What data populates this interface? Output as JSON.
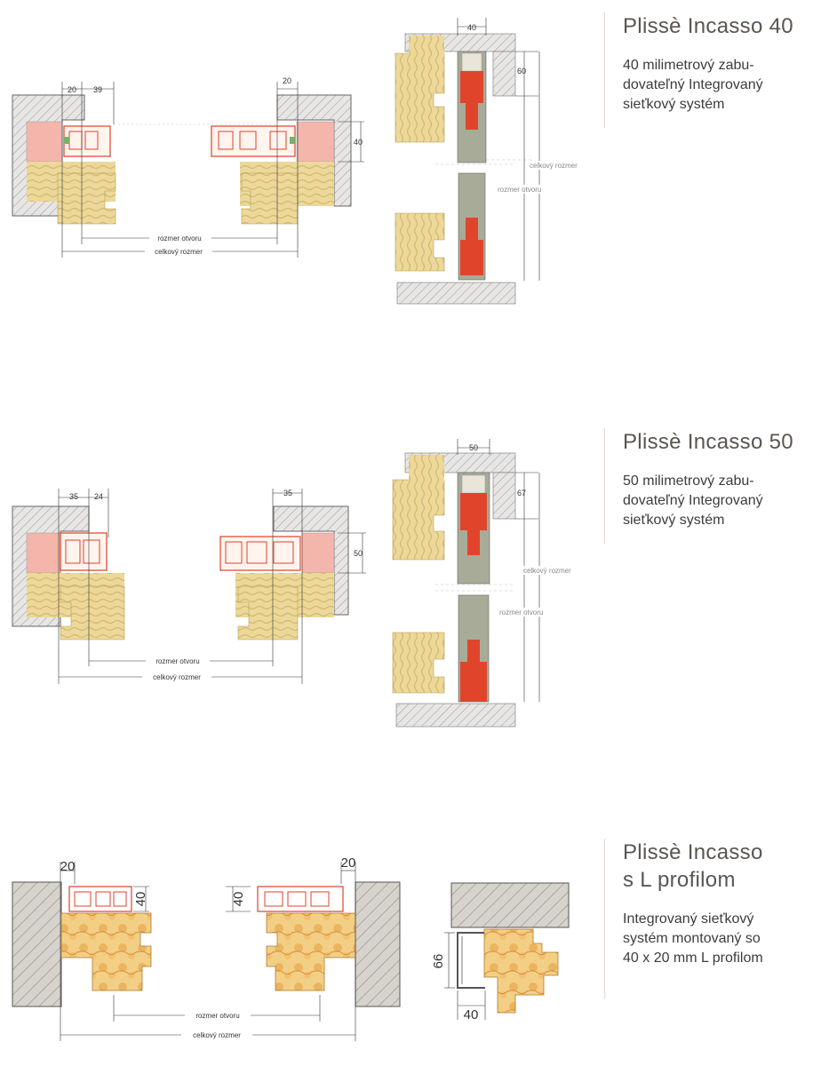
{
  "sections": [
    {
      "title": "Plissè Incasso 40",
      "description": "40 milimetrový zabu-\ndovateľný Integrovaný\nsieťkový systém",
      "dims": {
        "frame_left": "20",
        "profile": "39",
        "frame_right": "20",
        "depth": "40",
        "top_width": "40",
        "top_height": "60"
      },
      "labels": {
        "opening": "rozmer otvoru",
        "total": "celkový rozmer"
      }
    },
    {
      "title": "Plissè Incasso 50",
      "description": "50 milimetrový zabu-\ndovateľný Integrovaný\nsieťkový systém",
      "dims": {
        "frame_left": "35",
        "profile": "24",
        "frame_right": "35",
        "depth": "50",
        "top_width": "50",
        "top_height": "67"
      },
      "labels": {
        "opening": "rozmer otvoru",
        "total": "celkový rozmer"
      }
    },
    {
      "title": "Plissè Incasso\ns L profilom",
      "description": "Integrovaný sieťkový\nsystém  montovaný so\n40 x 20 mm L profilom",
      "dims": {
        "frame_left": "20",
        "depth_left": "40",
        "depth_right": "40",
        "frame_right": "20",
        "l_height": "66",
        "l_width": "40"
      },
      "labels": {
        "opening": "rozmer otvoru",
        "total": "celkový rozmer"
      }
    }
  ]
}
